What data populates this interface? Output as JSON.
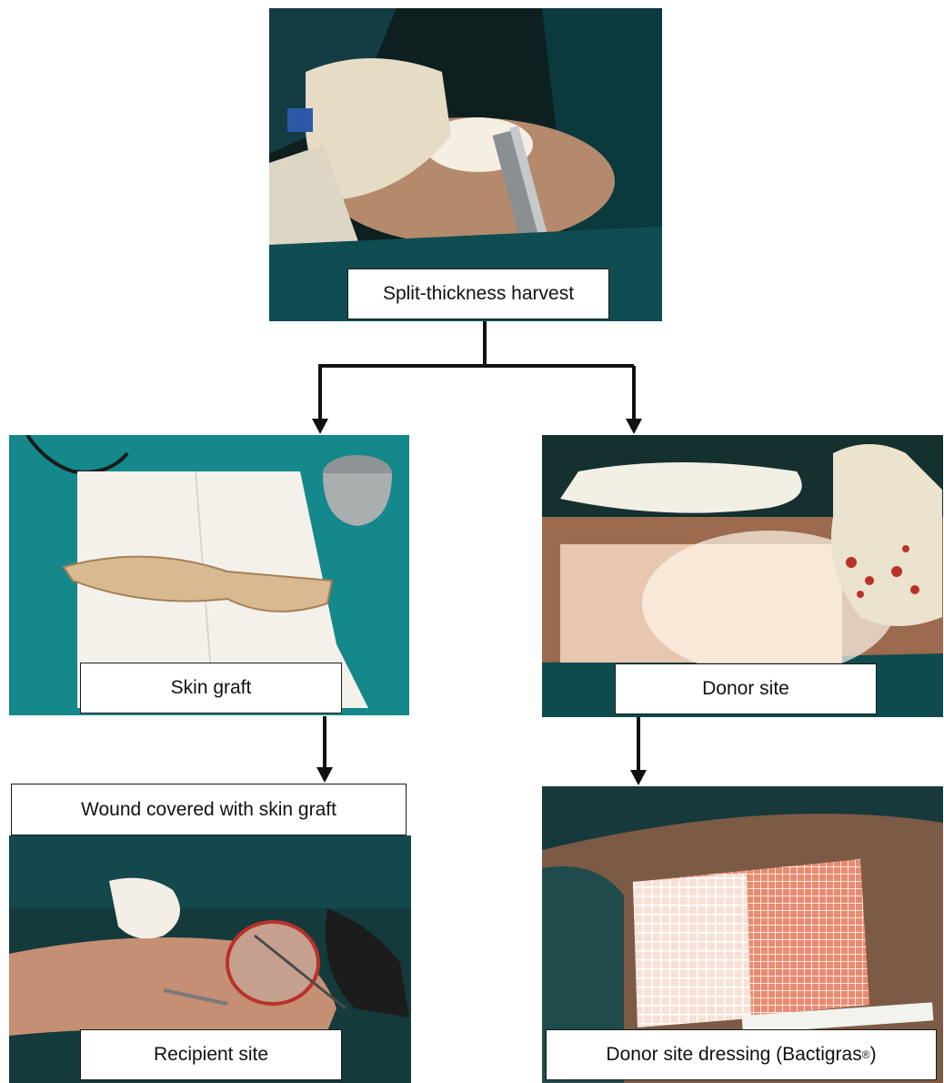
{
  "flow": {
    "harvest": {
      "label": "Split-thickness harvest"
    },
    "skin_graft": {
      "label": "Skin graft"
    },
    "donor_site": {
      "label": "Donor site"
    },
    "wound_covered": {
      "label": "Wound covered with skin graft"
    },
    "recipient_site": {
      "label": "Recipient site"
    },
    "dressing": {
      "label_main": "Donor site dressing (Bactigras",
      "label_sup": "®",
      "label_end": ")"
    }
  },
  "colors": {
    "drape_teal": "#14888a",
    "drape_dark": "#0d3f44",
    "skin": "#c49477",
    "glove": "#ece3cf",
    "gauze": "#f5f2ea",
    "blood": "#b8322a",
    "arrow": "#111111"
  }
}
